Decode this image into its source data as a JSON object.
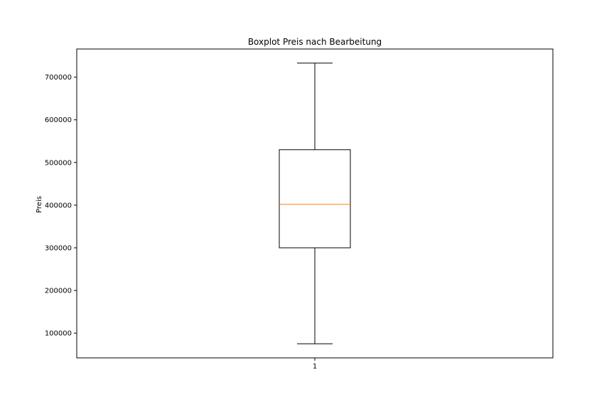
{
  "chart_data": {
    "type": "boxplot",
    "title": "Boxplot Preis nach Bearbeitung",
    "xlabel": "",
    "ylabel": "Preis",
    "categories": [
      "1"
    ],
    "boxes": [
      {
        "label": "1",
        "whisker_low": 75000,
        "q1": 300000,
        "median": 402000,
        "q3": 530000,
        "whisker_high": 733000
      }
    ],
    "ylim": [
      42000,
      766000
    ],
    "yticks": [
      100000,
      200000,
      300000,
      400000,
      500000,
      600000,
      700000
    ],
    "ytick_labels": [
      "100000",
      "200000",
      "300000",
      "400000",
      "500000",
      "600000",
      "700000"
    ],
    "grid": false,
    "colors": {
      "box": "#000000",
      "median": "#ff7f0e",
      "whisker": "#000000"
    }
  }
}
